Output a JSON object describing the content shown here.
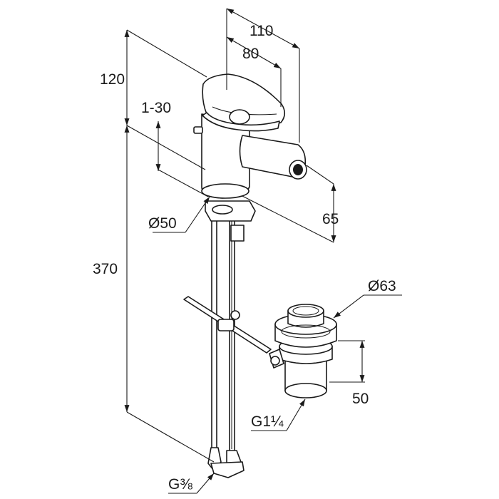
{
  "dimensions": {
    "overall_depth": "110",
    "lever_depth": "80",
    "spout_height": "120",
    "deck_thickness": "1-30",
    "base_diameter": "Ø50",
    "spout_projection": "65",
    "total_height": "370",
    "waste_diameter": "Ø63",
    "waste_height": "50",
    "waste_thread": "G1¼",
    "supply_thread": "G⅜"
  }
}
